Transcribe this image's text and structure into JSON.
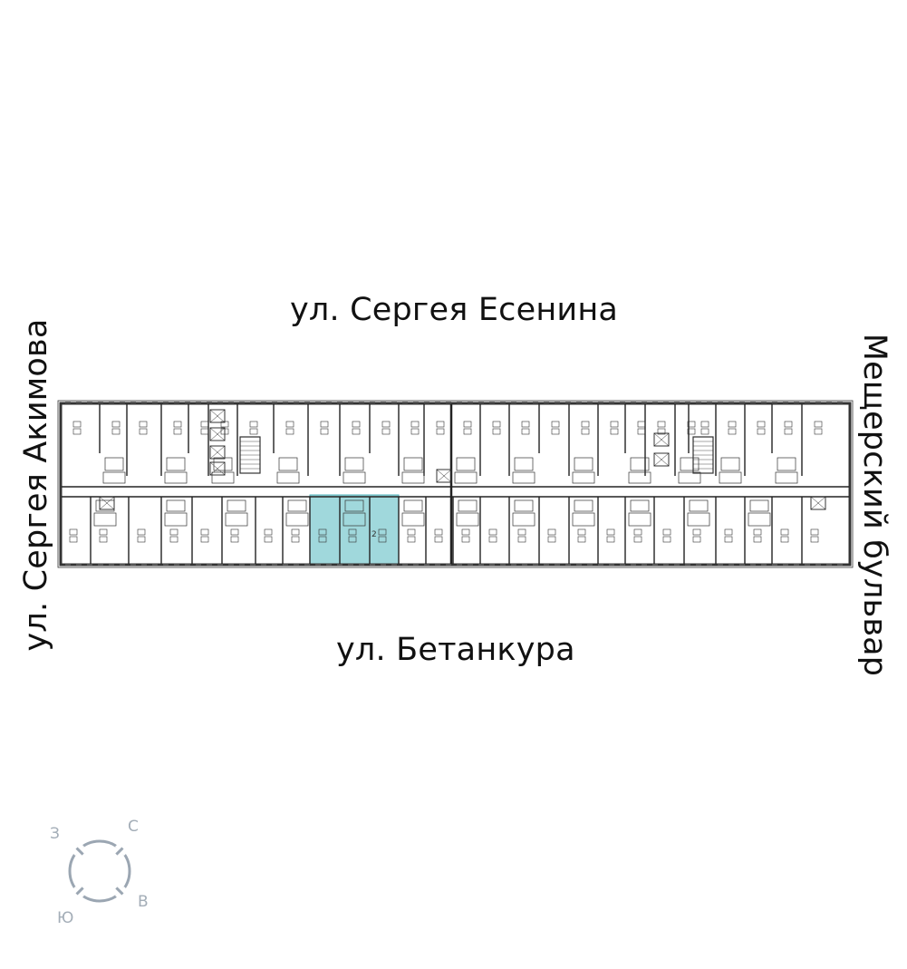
{
  "streets": {
    "top": "ул. Сергея Есенина",
    "bottom": "ул. Бетанкура",
    "left": "ул. Сергея Акимова",
    "right": "Мещерский бульвар"
  },
  "compass": {
    "west": "З",
    "north": "С",
    "east": "В",
    "south": "Ю"
  },
  "highlight": {
    "rooms": "2",
    "color": "#8fd1d6"
  },
  "colors": {
    "wall": "#222222",
    "compass": "#9ba6b2"
  }
}
